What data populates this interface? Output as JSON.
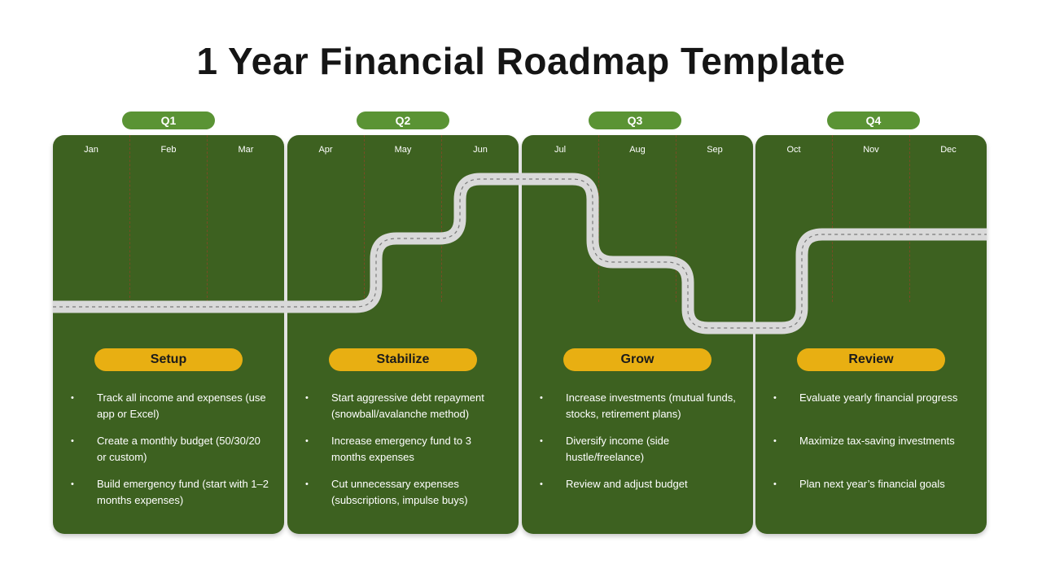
{
  "title": "1 Year Financial Roadmap Template",
  "colors": {
    "panel": "#3d6120",
    "quarter_pill": "#5a9334",
    "phase_pill": "#e8af12",
    "road": "#d9d9d9",
    "road_center_line": "#7a7a7a"
  },
  "quarters": [
    {
      "label": "Q1",
      "months": [
        "Jan",
        "Feb",
        "Mar"
      ],
      "phase": "Setup",
      "tasks": [
        "Track all income and expenses (use app or Excel)",
        "Create a monthly budget (50/30/20 or custom)",
        "Build emergency fund (start with 1–2 months expenses)"
      ]
    },
    {
      "label": "Q2",
      "months": [
        "Apr",
        "May",
        "Jun"
      ],
      "phase": "Stabilize",
      "tasks": [
        "Start aggressive debt repayment (snowball/avalanche method)",
        "Increase emergency fund to 3 months expenses",
        "Cut unnecessary expenses (subscriptions, impulse buys)"
      ]
    },
    {
      "label": "Q3",
      "months": [
        "Jul",
        "Aug",
        "Sep"
      ],
      "phase": "Grow",
      "tasks": [
        "Increase investments (mutual funds, stocks, retirement plans)",
        "Diversify income (side hustle/freelance)",
        "Review and adjust budget"
      ]
    },
    {
      "label": "Q4",
      "months": [
        "Oct",
        "Nov",
        "Dec"
      ],
      "phase": "Review",
      "tasks": [
        "Evaluate yearly financial progress",
        "Maximize tax-saving investments",
        "Plan next year’s financial goals"
      ]
    }
  ]
}
